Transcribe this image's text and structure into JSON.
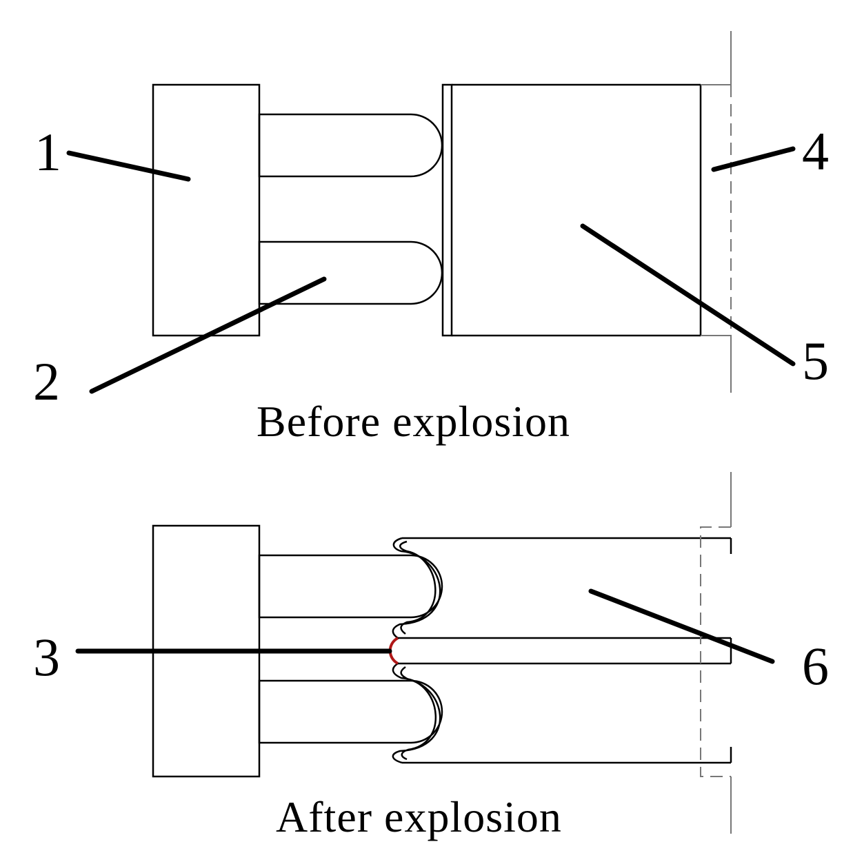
{
  "diagram": {
    "labels": {
      "l1": "1",
      "l2": "2",
      "l3": "3",
      "l4": "4",
      "l5": "5",
      "l6": "6"
    },
    "captions": {
      "before": "Before explosion",
      "after": "After explosion"
    },
    "colors": {
      "ink": "#000000",
      "highlight": "#b01818",
      "guide": "#777777"
    }
  }
}
